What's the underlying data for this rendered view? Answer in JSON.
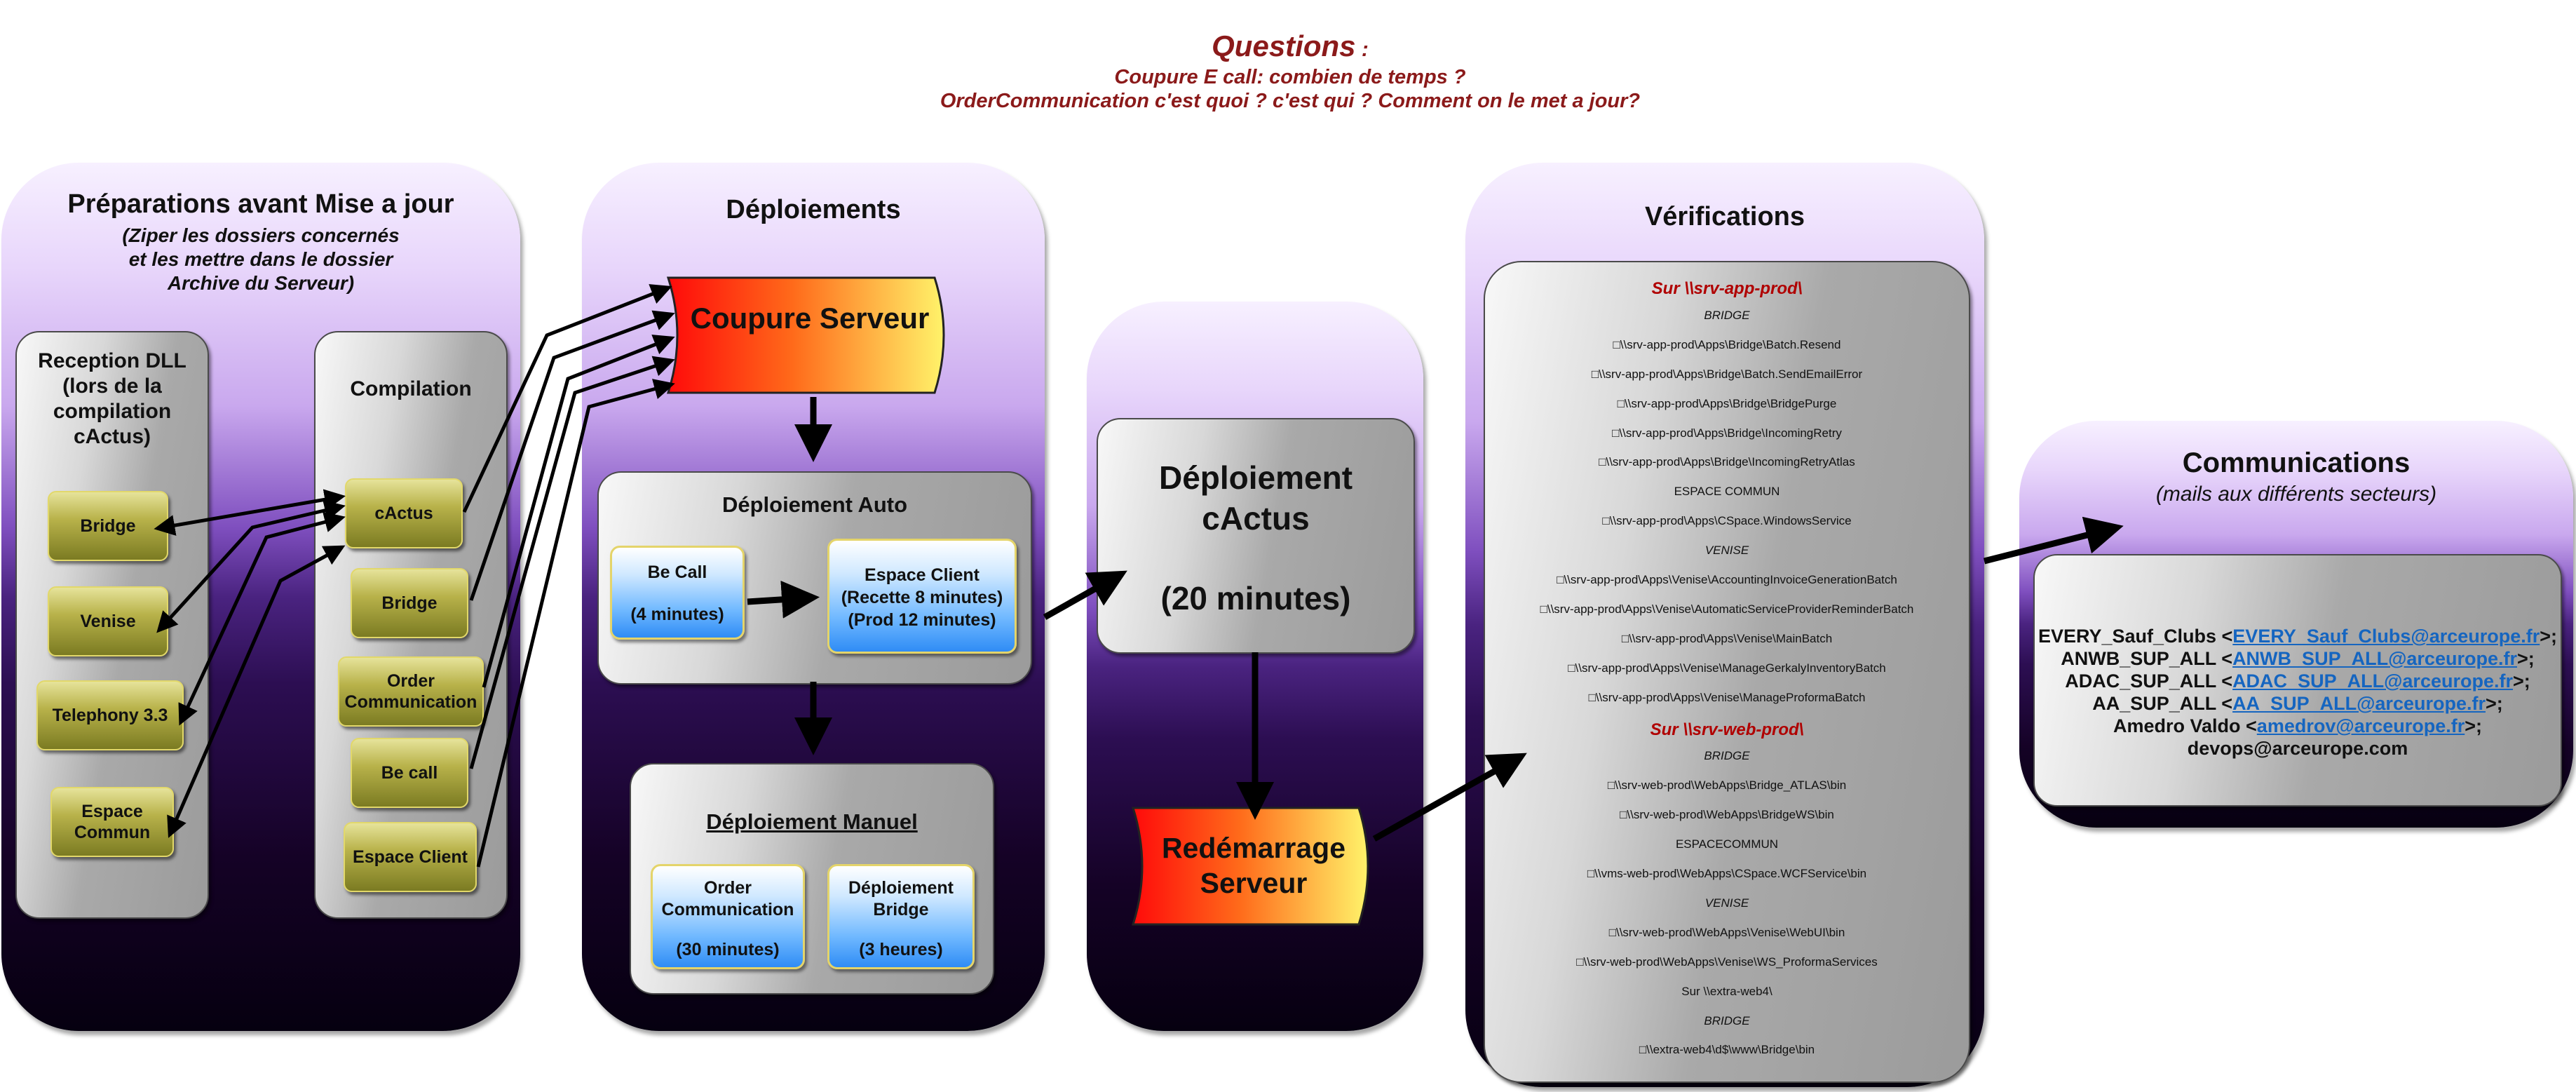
{
  "questions": {
    "title": "Questions",
    "colon": " :",
    "line1": "Coupure E call: combien de temps ?",
    "line2": "OrderCommunication c'est quoi ? c'est qui ? Comment on le met a jour?"
  },
  "preparations": {
    "title": "Préparations avant Mise a jour",
    "subtitle_lines": [
      "(Ziper les dossiers concernés",
      "et les mettre dans le dossier",
      "Archive du Serveur)"
    ],
    "reception": {
      "title_lines": [
        "Reception DLL",
        "(lors de la",
        "compilation",
        "cActus)"
      ],
      "items": [
        "Bridge",
        "Venise",
        "Telephony 3.3",
        "Espace Commun"
      ]
    },
    "compilation": {
      "title": "Compilation",
      "items": [
        "cActus",
        "Bridge",
        "Order Communication",
        "Be call",
        "Espace Client"
      ]
    }
  },
  "deploiements": {
    "title": "Déploiements",
    "coupure": "Coupure Serveur",
    "auto": {
      "title": "Déploiement Auto",
      "becall_name": "Be Call",
      "becall_time": "(4 minutes)",
      "espace_lines": [
        "Espace Client",
        "(Recette 8 minutes)",
        "(Prod 12 minutes)"
      ]
    },
    "manuel": {
      "title": "Déploiement Manuel",
      "order_name": "Order Communication",
      "order_time": "(30 minutes)",
      "bridge_name": "Déploiement Bridge",
      "bridge_time": "(3 heures)"
    }
  },
  "cactus": {
    "line1": "Déploiement",
    "line2": "cActus",
    "time": "(20 minutes)",
    "restart": "Redémarrage Serveur"
  },
  "verifications": {
    "title": "Vérifications",
    "lines": [
      {
        "text": "Sur \\\\srv-app-prod\\",
        "style": "head"
      },
      {
        "text": "BRIDGE",
        "style": "italic"
      },
      {
        "text": "□\\\\srv-app-prod\\Apps\\Bridge\\Batch.Resend",
        "style": "normal"
      },
      {
        "text": "□\\\\srv-app-prod\\Apps\\Bridge\\Batch.SendEmailError",
        "style": "normal"
      },
      {
        "text": "□\\\\srv-app-prod\\Apps\\Bridge\\BridgePurge",
        "style": "normal"
      },
      {
        "text": "□\\\\srv-app-prod\\Apps\\Bridge\\IncomingRetry",
        "style": "normal"
      },
      {
        "text": "□\\\\srv-app-prod\\Apps\\Bridge\\IncomingRetryAtlas",
        "style": "normal"
      },
      {
        "text": "ESPACE COMMUN",
        "style": "normal"
      },
      {
        "text": "□\\\\srv-app-prod\\Apps\\CSpace.WindowsService",
        "style": "normal"
      },
      {
        "text": "VENISE",
        "style": "italic"
      },
      {
        "text": "□\\\\srv-app-prod\\Apps\\Venise\\AccountingInvoiceGenerationBatch",
        "style": "normal"
      },
      {
        "text": "□\\\\srv-app-prod\\Apps\\Venise\\AutomaticServiceProviderReminderBatch",
        "style": "normal"
      },
      {
        "text": "□\\\\srv-app-prod\\Apps\\Venise\\MainBatch",
        "style": "normal"
      },
      {
        "text": "□\\\\srv-app-prod\\Apps\\Venise\\ManageGerkalyInventoryBatch",
        "style": "normal"
      },
      {
        "text": "□\\\\srv-app-prod\\Apps\\Venise\\ManageProformaBatch",
        "style": "normal"
      },
      {
        "text": "Sur \\\\srv-web-prod\\",
        "style": "head"
      },
      {
        "text": "BRIDGE",
        "style": "italic"
      },
      {
        "text": "□\\\\srv-web-prod\\WebApps\\Bridge_ATLAS\\bin",
        "style": "normal"
      },
      {
        "text": "□\\\\srv-web-prod\\WebApps\\BridgeWS\\bin",
        "style": "normal"
      },
      {
        "text": "ESPACECOMMUN",
        "style": "normal"
      },
      {
        "text": "□\\\\vms-web-prod\\WebApps\\CSpace.WCFService\\bin",
        "style": "normal"
      },
      {
        "text": "VENISE",
        "style": "italic"
      },
      {
        "text": "□\\\\srv-web-prod\\WebApps\\Venise\\WebUI\\bin",
        "style": "normal"
      },
      {
        "text": "□\\\\srv-web-prod\\WebApps\\Venise\\WS_ProformaServices",
        "style": "normal"
      },
      {
        "text": "Sur \\\\extra-web4\\",
        "style": "normal"
      },
      {
        "text": "BRIDGE",
        "style": "italic"
      },
      {
        "text": "□\\\\extra-web4\\d$\\www\\Bridge\\bin",
        "style": "normal"
      }
    ]
  },
  "communications": {
    "title": "Communications",
    "subtitle": "(mails aux différents secteurs)",
    "recipients": [
      {
        "name": "EVERY_Sauf_Clubs <",
        "email": "EVERY_Sauf_Clubs@arceurope.fr",
        "suffix": ">;"
      },
      {
        "name": "ANWB_SUP_ALL <",
        "email": "ANWB_SUP_ALL@arceurope.fr",
        "suffix": ">;"
      },
      {
        "name": "ADAC_SUP_ALL <",
        "email": "ADAC_SUP_ALL@arceurope.fr",
        "suffix": ">;"
      },
      {
        "name": "AA_SUP_ALL <",
        "email": "AA_SUP_ALL@arceurope.fr",
        "suffix": ">;"
      },
      {
        "name": "Amedro Valdo <",
        "email": "amedrov@arceurope.fr",
        "suffix": ">;"
      },
      {
        "name": "devops@arceurope.com",
        "email": "",
        "suffix": ""
      }
    ]
  }
}
